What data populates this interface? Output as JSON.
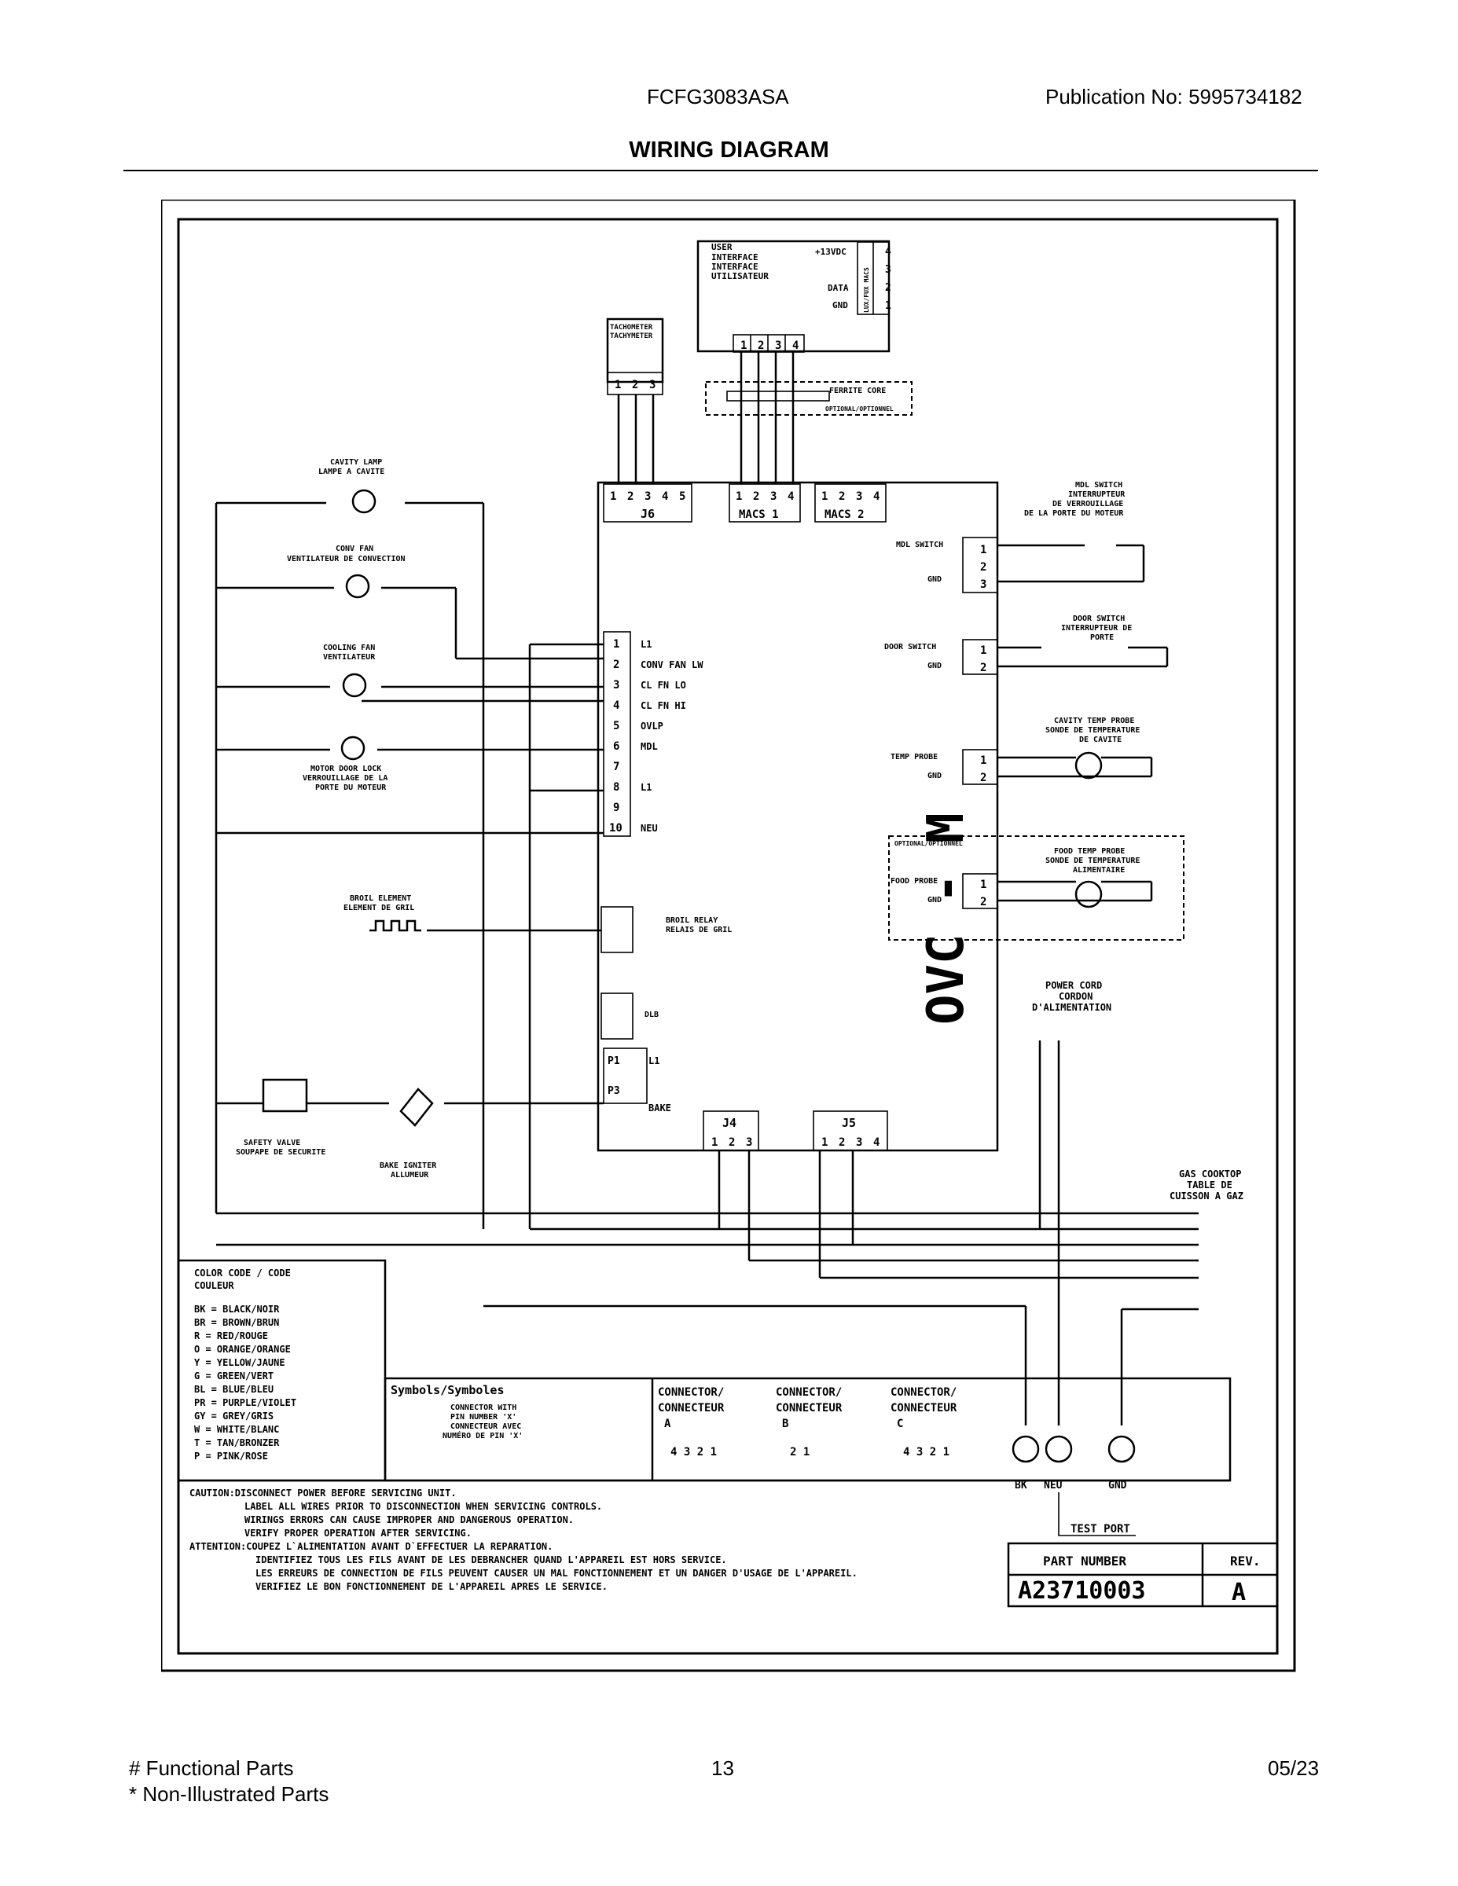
{
  "header": {
    "model": "FCFG3083ASA",
    "publication": "Publication No:  5995734182",
    "title": "WIRING DIAGRAM"
  },
  "footer": {
    "legend1": "# Functional Parts",
    "legend2": "* Non-Illustrated Parts",
    "page": "13",
    "date": "05/23"
  },
  "diagram": {
    "ui": {
      "l1": "USER",
      "l2": "INTERFACE",
      "l3": "INTERFACE",
      "l4": "UTILISATEUR",
      "v13": "+13VDC",
      "data": "DATA",
      "gnd": "GND",
      "macs": "LUX/FUX MACS"
    },
    "tach": {
      "l1": "TACHOMETER",
      "l2": "TACHYMETER"
    },
    "ferrite": {
      "l1": "FERRITE CORE",
      "l2": "OPTIONAL/OPTIONNEL"
    },
    "cavity_lamp": {
      "l1": "CAVITY LAMP",
      "l2": "LAMPE A CAVITE"
    },
    "conv_fan": {
      "l1": "CONV FAN",
      "l2": "VENTILATEUR DE CONVECTION"
    },
    "cooling_fan": {
      "l1": "COOLING FAN",
      "l2": "VENTILATEUR"
    },
    "motor_lock": {
      "l1": "MOTOR DOOR LOCK",
      "l2": "VERROUILLAGE DE LA",
      "l3": "PORTE DU MOTEUR"
    },
    "broil_element": {
      "l1": "BROIL ELEMENT",
      "l2": "ELEMENT DE GRIL"
    },
    "safety_valve": {
      "l1": "SAFETY VALVE",
      "l2": "SOUPAPE DE SECURITE"
    },
    "bake_igniter": {
      "l1": "BAKE IGNITER",
      "l2": "ALLUMEUR"
    },
    "mdl_switch": {
      "l1": "MDL SWITCH",
      "l2": "INTERRUPTEUR",
      "l3": "DE VERROUILLAGE",
      "l4": "DE LA PORTE DU MOTEUR"
    },
    "door_switch": {
      "l1": "DOOR SWITCH",
      "l2": "INTERRUPTEUR DE",
      "l3": "PORTE"
    },
    "cavity_probe": {
      "l1": "CAVITY TEMP PROBE",
      "l2": "SONDE DE TEMPERATURE",
      "l3": "DE CAVITE"
    },
    "food_probe": {
      "l1": "FOOD TEMP PROBE",
      "l2": "SONDE DE TEMPERATURE",
      "l3": "ALIMENTAIRE",
      "opt": "OPTIONAL/OPTIONNEL"
    },
    "power_cord": {
      "l1": "POWER CORD",
      "l2": "CORDON",
      "l3": "D'ALIMENTATION"
    },
    "gas_cooktop": {
      "l1": "GAS COOKTOP",
      "l2": "TABLE DE",
      "l3": "CUISSON A GAZ"
    },
    "broil_relay": {
      "l1": "BROIL RELAY",
      "l2": "RELAIS DE GRIL"
    },
    "j1_labels": [
      "L1",
      "CONV FAN LW",
      "CL FN LO",
      "CL FN HI",
      "OVLP",
      "MDL",
      "",
      "L1",
      "",
      "NEU"
    ],
    "board": "OVC - M",
    "color_code": {
      "title1": "COLOR CODE / CODE",
      "title2": "COULEUR",
      "entries": [
        "BK = BLACK/NOIR",
        "BR = BROWN/BRUN",
        "R  = RED/ROUGE",
        "O  = ORANGE/ORANGE",
        "Y  = YELLOW/JAUNE",
        "G  = GREEN/VERT",
        "BL = BLUE/BLEU",
        "PR = PURPLE/VIOLET",
        "GY = GREY/GRIS",
        "W  = WHITE/BLANC",
        "T  = TAN/BRONZER",
        "P  = PINK/ROSE"
      ]
    },
    "symbols": {
      "title": "Symbols/Symboles",
      "l1": "CONNECTOR WITH",
      "l2": "PIN NUMBER 'X'",
      "l3": "CONNECTEUR AVEC",
      "l4": "NUMÉRO DE PIN 'X'"
    },
    "connectors": [
      {
        "l1": "CONNECTOR/",
        "l2": "CONNECTEUR",
        "id": "A",
        "pins": "4 3 2 1"
      },
      {
        "l1": "CONNECTOR/",
        "l2": "CONNECTEUR",
        "id": "B",
        "pins": "2 1"
      },
      {
        "l1": "CONNECTOR/",
        "l2": "CONNECTEUR",
        "id": "C",
        "pins": "4 3 2 1"
      }
    ],
    "test_port": {
      "label": "TEST PORT",
      "bk": "BK",
      "neu": "NEU",
      "gnd": "GND"
    },
    "caution": {
      "c1": "CAUTION:DISCONNECT POWER BEFORE SERVICING UNIT.",
      "c2": "LABEL ALL WIRES PRIOR TO DISCONNECTION WHEN SERVICING CONTROLS.",
      "c3": "WIRINGS ERRORS CAN CAUSE IMPROPER AND DANGEROUS OPERATION.",
      "c4": "VERIFY PROPER OPERATION AFTER SERVICING.",
      "a1": "ATTENTION:COUPEZ L`ALIMENTATION AVANT D`EFFECTUER LA REPARATION.",
      "a2": "IDENTIFIEZ TOUS LES FILS AVANT DE LES DEBRANCHER QUAND L'APPAREIL EST HORS SERVICE.",
      "a3": "LES ERREURS DE CONNECTION DE FILS PEUVENT CAUSER UN MAL FONCTIONNEMENT ET UN DANGER D'USAGE DE L'APPAREIL.",
      "a4": "VERIFIEZ LE BON FONCTIONNEMENT DE L'APPAREIL APRES LE SERVICE."
    },
    "part_number_label": "PART NUMBER",
    "part_number": "A23710003",
    "rev_label": "REV.",
    "rev": "A"
  }
}
